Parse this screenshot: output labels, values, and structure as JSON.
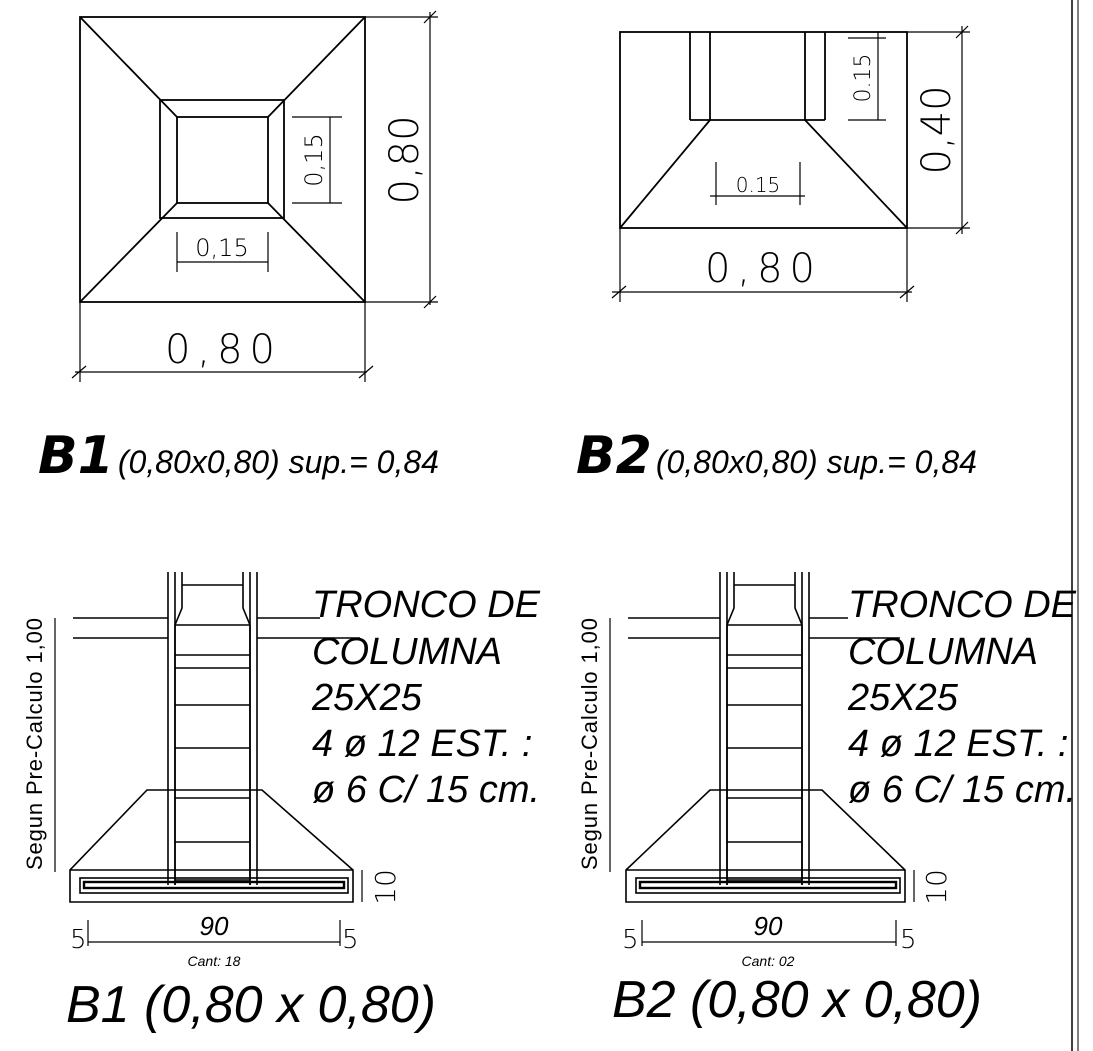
{
  "plan_b1": {
    "dim_outer_width": "0,80",
    "dim_outer_height": "0,80",
    "dim_column_width": "0,15",
    "dim_column_height": "0,15",
    "caption_code": "B1",
    "caption_spec": "(0,80x0,80) sup.= 0,84"
  },
  "plan_b2": {
    "dim_outer_width": "0,80",
    "dim_outer_height": "0,40",
    "dim_column_width": "0.15",
    "dim_column_height": "0.15",
    "caption_code": "B2",
    "caption_spec": "(0,80x0,80) sup.= 0,84"
  },
  "section_b1": {
    "depth_label": "Segun Pre-Calculo 1,00",
    "note_lines": [
      "TRONCO DE",
      "COLUMNA",
      "25X25",
      "4 ø 12 EST. :",
      "ø 6 C/ 15 cm."
    ],
    "dim_left": "5",
    "dim_center": "90",
    "dim_right": "5",
    "dim_height": "10",
    "quantity": "Cant: 18",
    "caption": "B1 (0,80 x 0,80)"
  },
  "section_b2": {
    "depth_label": "Segun Pre-Calculo 1,00",
    "note_lines": [
      "TRONCO DE",
      "COLUMNA",
      "25X25",
      "4 ø 12 EST. :",
      "ø 6 C/ 15 cm."
    ],
    "dim_left": "5",
    "dim_center": "90",
    "dim_right": "5",
    "dim_height": "10",
    "quantity": "Cant: 02",
    "caption": "B2 (0,80 x 0,80)"
  }
}
